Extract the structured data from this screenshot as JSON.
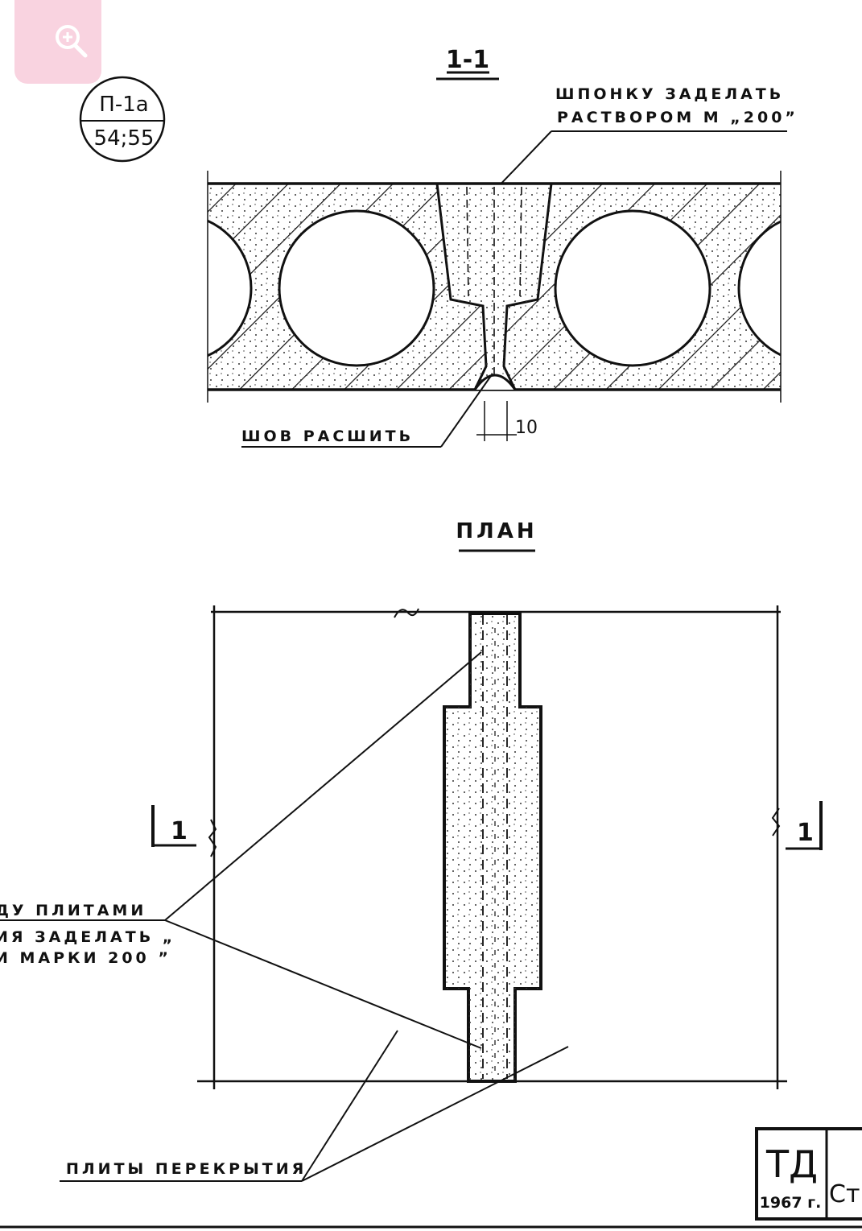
{
  "toolbar": {
    "zoom_icon": "zoom-in-icon",
    "accent": "#f9d3e0"
  },
  "drawing": {
    "section_title": "1-1",
    "sheet_ref": {
      "top": "П-1а",
      "bottom": "54;55"
    },
    "note_key": [
      "ШПОНКУ  ЗАДЕЛАТЬ",
      "РАСТВОРОМ  М „200”"
    ],
    "note_seam": "ШОВ  РАСШИТЬ",
    "dim_seam": "10",
    "plan_title": "ПЛАН",
    "cut_mark_left": "1",
    "cut_mark_right": "1",
    "note_joint": [
      "ДУ   ПЛИТАМИ",
      "ИЯ  ЗАДЕЛАТЬ „",
      "И   МАРКИ 200 ”"
    ],
    "note_slabs": "ПЛИТЫ  ПЕРЕКРЫТИЯ",
    "stamp": {
      "code": "ТД",
      "year": "1967 г.",
      "sheet": "Ст"
    }
  }
}
